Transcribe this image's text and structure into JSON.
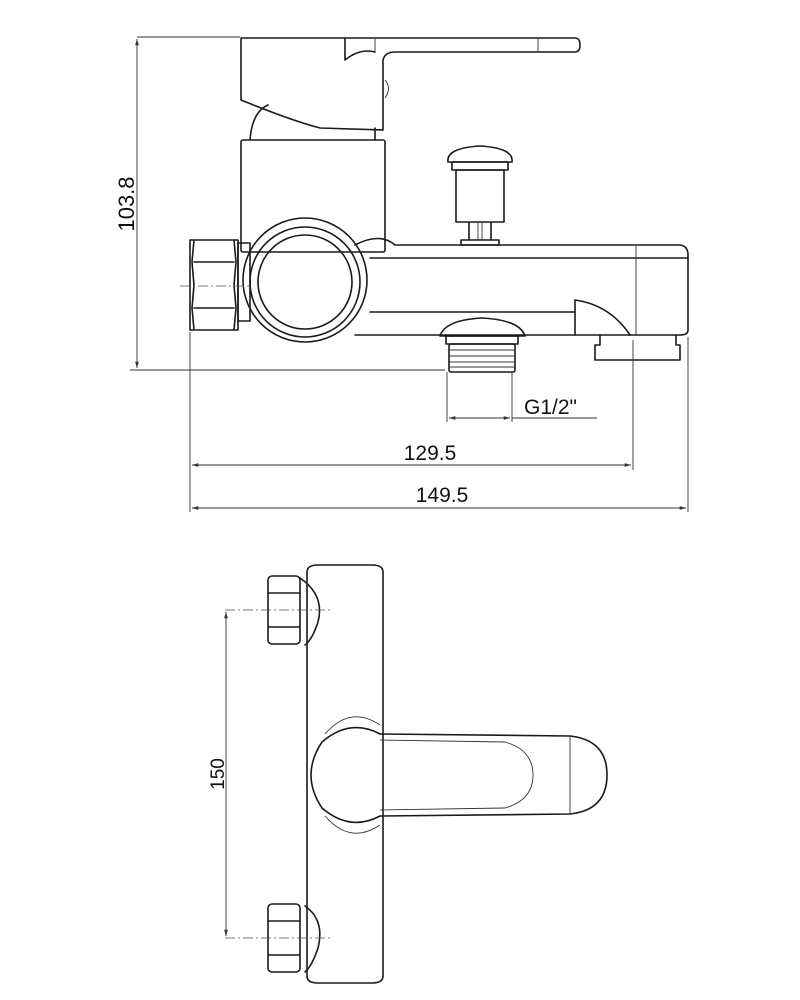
{
  "drawing": {
    "side_view": {
      "dimensions": {
        "height": "103.8",
        "thread": "G1/2\"",
        "outlet_distance": "129.5",
        "overall_length": "149.5"
      }
    },
    "front_view": {
      "dimensions": {
        "inlet_spacing": "150"
      }
    },
    "line_color": "#1a1a1a"
  }
}
